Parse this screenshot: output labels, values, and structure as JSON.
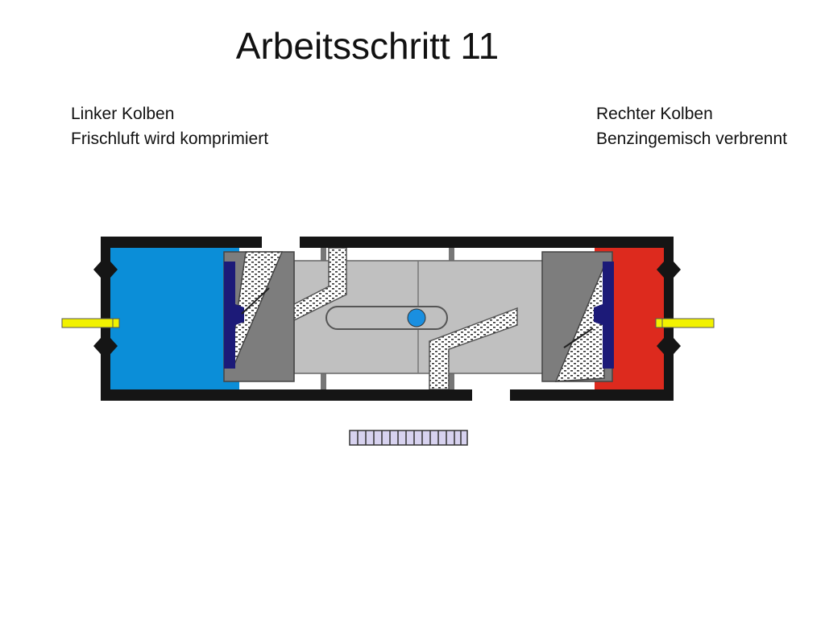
{
  "title": "Arbeitsschritt 11",
  "left_piston": {
    "heading": "Linker Kolben",
    "status": "Frischluft wird komprimiert"
  },
  "right_piston": {
    "heading": "Rechter Kolben",
    "status": "Benzingemisch verbrennt"
  },
  "colors": {
    "fresh_air": "#0b8ed8",
    "combustion": "#dd2a1e",
    "housing": "#151515",
    "piston_body": "#7d7d7d",
    "center_block": "#c0c0c0",
    "seal": "#1c1a78",
    "rod": "#f2f200",
    "pin": "#1a8fe0",
    "scale": "#d7d2ef"
  }
}
